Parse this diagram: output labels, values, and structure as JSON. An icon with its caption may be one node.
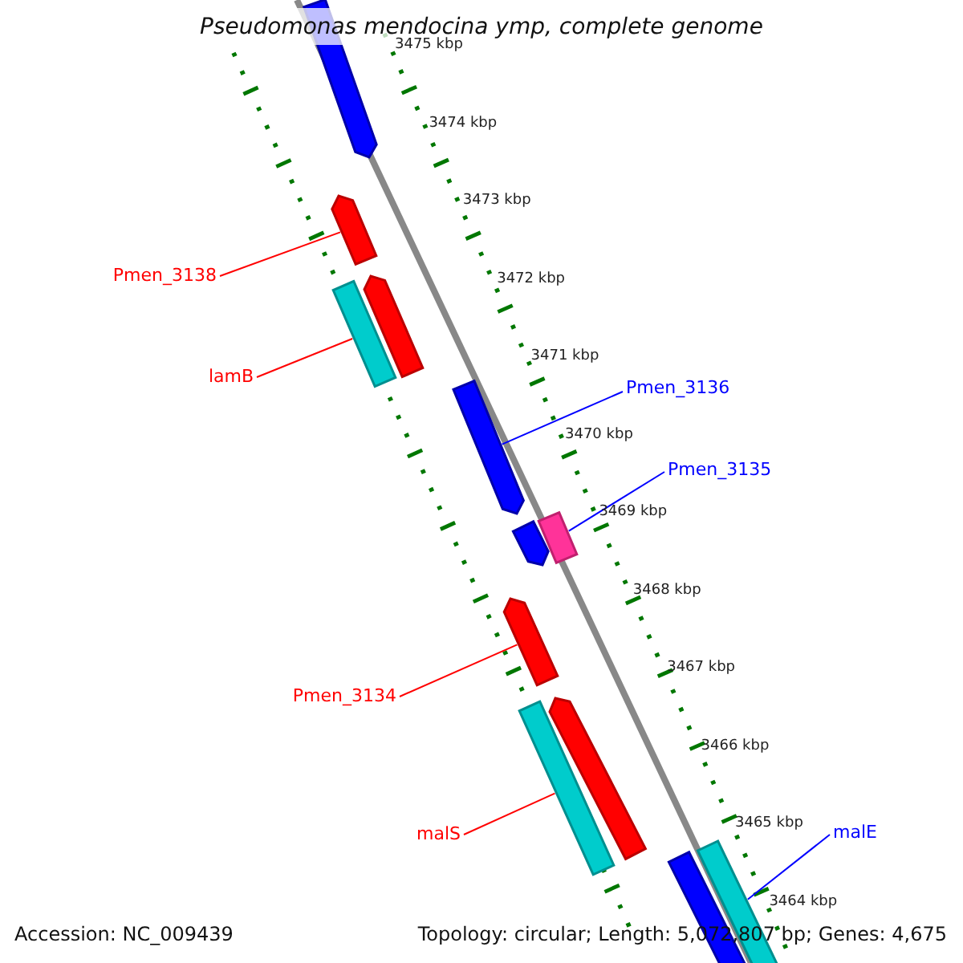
{
  "diagram": {
    "title": "Pseudomonas mendocina ymp, complete genome",
    "nodes": [
      {
        "text": [
          "Pmen_3138"
        ]
      },
      {
        "text": [
          "lamB"
        ]
      },
      {
        "text": [
          "Pmen_3136"
        ]
      },
      {
        "text": [
          "Pmen_3135"
        ]
      },
      {
        "text": [
          "Pmen_3134"
        ]
      },
      {
        "text": [
          "malS"
        ]
      },
      {
        "text": [
          "malE"
        ]
      },
      {
        "text": [],
        "shape": "bar"
      },
      {
        "text": [],
        "shape": "bar"
      },
      {
        "text": [],
        "shape": "bar"
      },
      {
        "text": [],
        "shape": "bar"
      },
      {
        "text": [],
        "shape": "bar"
      },
      {
        "text": [],
        "shape": "bar"
      },
      {
        "text": [],
        "shape": "bar"
      },
      {
        "text": [],
        "shape": "bar"
      },
      {
        "text": [],
        "shape": "bar"
      },
      {
        "text": [],
        "shape": "bar"
      },
      {
        "text": [],
        "shape": "bar"
      },
      {
        "text": [],
        "shape": "bar"
      }
    ],
    "edges": [
      {
        "from": 0,
        "to": 8,
        "arrow": "none"
      },
      {
        "from": 1,
        "to": 9,
        "arrow": "none"
      },
      {
        "from": 2,
        "to": 11,
        "arrow": "none",
        "color": "#0000ff"
      },
      {
        "from": 3,
        "to": 13,
        "arrow": "none",
        "color": "#0000ff"
      },
      {
        "from": 4,
        "to": 14,
        "arrow": "none"
      },
      {
        "from": 5,
        "to": 15,
        "arrow": "none"
      },
      {
        "from": 6,
        "to": 18,
        "arrow": "none",
        "color": "#0000ff"
      }
    ],
    "labels": [
      "3475 kbp",
      "3474 kbp",
      "3473 kbp",
      "3472 kbp",
      "3471 kbp",
      "3470 kbp",
      "3469 kbp",
      "3468 kbp",
      "3467 kbp",
      "3466 kbp",
      "3465 kbp",
      "3464 kbp",
      "Accession: NC_009439",
      "Topology: circular; Length: 5,072,807 bp; Genes: 4,675"
    ]
  }
}
